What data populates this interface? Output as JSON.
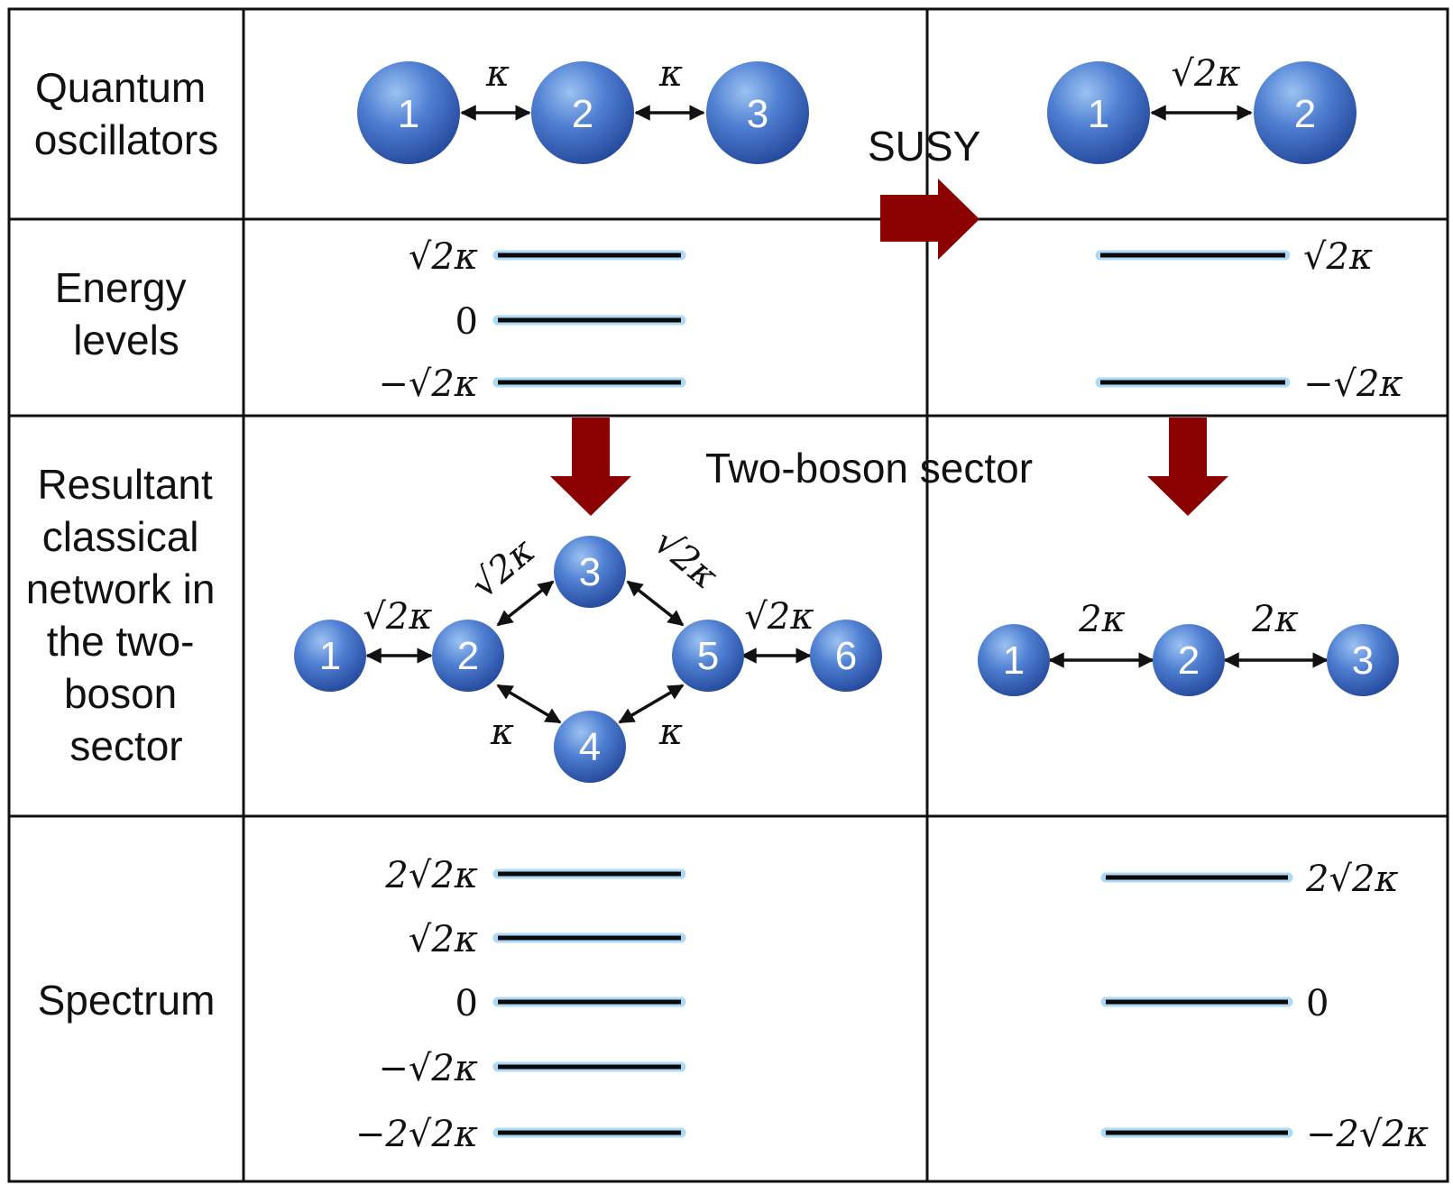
{
  "row_labels": {
    "quantum": [
      "Quantum",
      "oscillators"
    ],
    "energy": [
      "Energy",
      "levels"
    ],
    "network": [
      "Resultant",
      "classical",
      "network in",
      "the two-",
      "boson",
      "sector"
    ],
    "spectrum": [
      "Spectrum"
    ]
  },
  "captions": {
    "susy": "SUSY",
    "two_boson": "Two-boson sector"
  },
  "colors": {
    "node": "#3f6fc8",
    "arrow": "#8b0000",
    "level_glow": "#9fd3f5"
  },
  "oscillators_left": {
    "nodes": [
      "1",
      "2",
      "3"
    ],
    "couplings": [
      "κ",
      "κ"
    ]
  },
  "oscillators_right": {
    "nodes": [
      "1",
      "2"
    ],
    "couplings": [
      "√2κ"
    ]
  },
  "energy_left": [
    "√2κ",
    "0",
    "−√2κ"
  ],
  "energy_right": [
    "√2κ",
    "−√2κ"
  ],
  "network_left": {
    "nodes": [
      "1",
      "2",
      "3",
      "4",
      "5",
      "6"
    ],
    "edges": [
      {
        "from": "1",
        "to": "2",
        "label": "√2κ"
      },
      {
        "from": "2",
        "to": "3",
        "label": "√2κ"
      },
      {
        "from": "3",
        "to": "5",
        "label": "√2κ"
      },
      {
        "from": "5",
        "to": "6",
        "label": "√2κ"
      },
      {
        "from": "2",
        "to": "4",
        "label": "κ"
      },
      {
        "from": "4",
        "to": "5",
        "label": "κ"
      }
    ]
  },
  "network_right": {
    "nodes": [
      "1",
      "2",
      "3"
    ],
    "edges": [
      {
        "from": "1",
        "to": "2",
        "label": "2κ"
      },
      {
        "from": "2",
        "to": "3",
        "label": "2κ"
      }
    ]
  },
  "spectrum_left": [
    "2√2κ",
    "√2κ",
    "0",
    "−√2κ",
    "−2√2κ"
  ],
  "spectrum_right": [
    "2√2κ",
    "0",
    "−2√2κ"
  ]
}
